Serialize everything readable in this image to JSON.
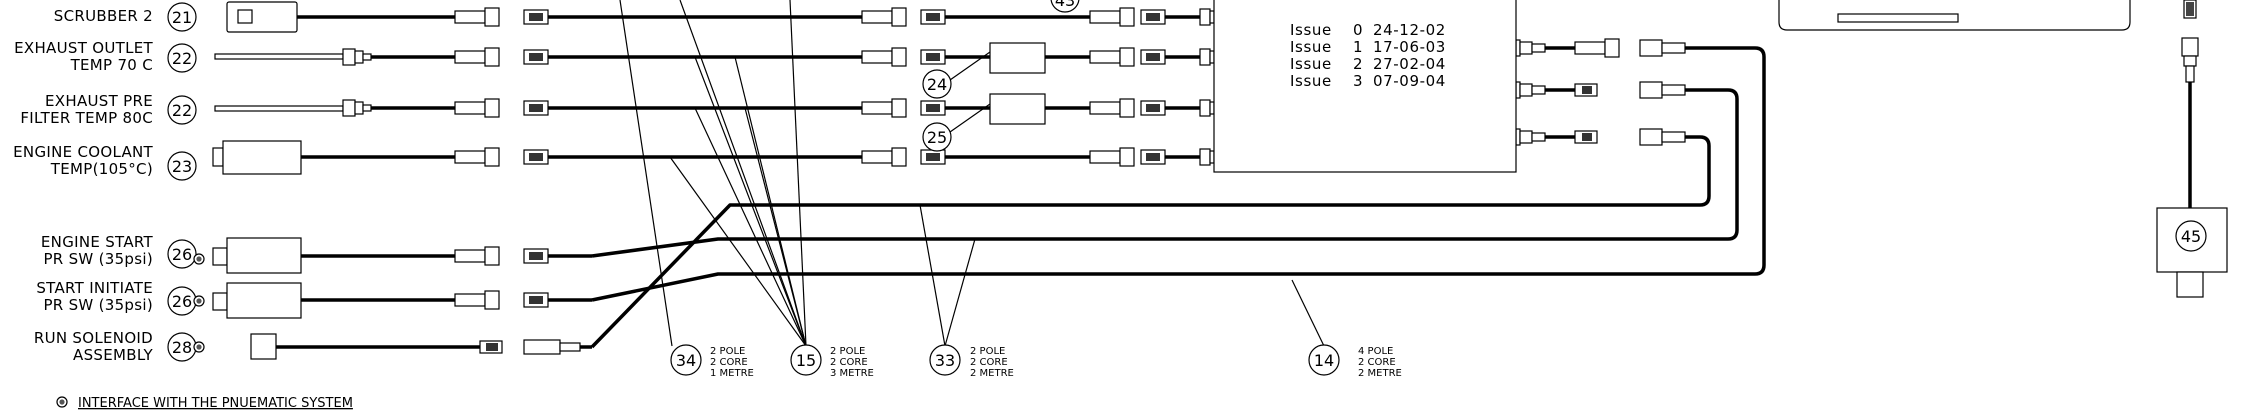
{
  "sensors": [
    {
      "label": [
        "SCRUBBER 2"
      ],
      "ref": "21",
      "pneumatic": false,
      "type": "scrubber"
    },
    {
      "label": [
        "EXHAUST OUTLET",
        "TEMP 70 C"
      ],
      "ref": "22",
      "pneumatic": false,
      "type": "probe"
    },
    {
      "label": [
        "EXHAUST PRE",
        "FILTER TEMP 80C"
      ],
      "ref": "22",
      "pneumatic": false,
      "type": "probe"
    },
    {
      "label": [
        "ENGINE COOLANT",
        "TEMP(105°C)"
      ],
      "ref": "23",
      "pneumatic": false,
      "type": "block"
    },
    {
      "label": [
        "ENGINE START",
        "PR SW (35psi)"
      ],
      "ref": "26",
      "pneumatic": true,
      "type": "pswitch"
    },
    {
      "label": [
        "START INITIATE",
        "PR SW (35psi)"
      ],
      "ref": "26",
      "pneumatic": true,
      "type": "pswitch"
    },
    {
      "label": [
        "RUN SOLENOID",
        "ASSEMBLY"
      ],
      "ref": "28",
      "pneumatic": true,
      "type": "solenoid"
    }
  ],
  "issues": [
    {
      "label": "Issue",
      "number": "0",
      "date": "24-12-02"
    },
    {
      "label": "Issue",
      "number": "1",
      "date": "17-06-03"
    },
    {
      "label": "Issue",
      "number": "2",
      "date": "27-02-04"
    },
    {
      "label": "Issue",
      "number": "3",
      "date": "07-09-04"
    }
  ],
  "inline_parts": [
    {
      "ref": "24"
    },
    {
      "ref": "25"
    }
  ],
  "cables": [
    {
      "ref": "34",
      "spec": [
        "2 POLE",
        "2 CORE",
        "1 METRE"
      ]
    },
    {
      "ref": "15",
      "spec": [
        "2 POLE",
        "2 CORE",
        "3 METRE"
      ]
    },
    {
      "ref": "33",
      "spec": [
        "2 POLE",
        "2 CORE",
        "2 METRE"
      ]
    },
    {
      "ref": "14",
      "spec": [
        "4 POLE",
        "2 CORE",
        "2 METRE"
      ]
    }
  ],
  "top_partial_ref": "43",
  "right_unit": {
    "ref": "45"
  },
  "footnote": "INTERFACE WITH THE PNUEMATIC SYSTEM"
}
